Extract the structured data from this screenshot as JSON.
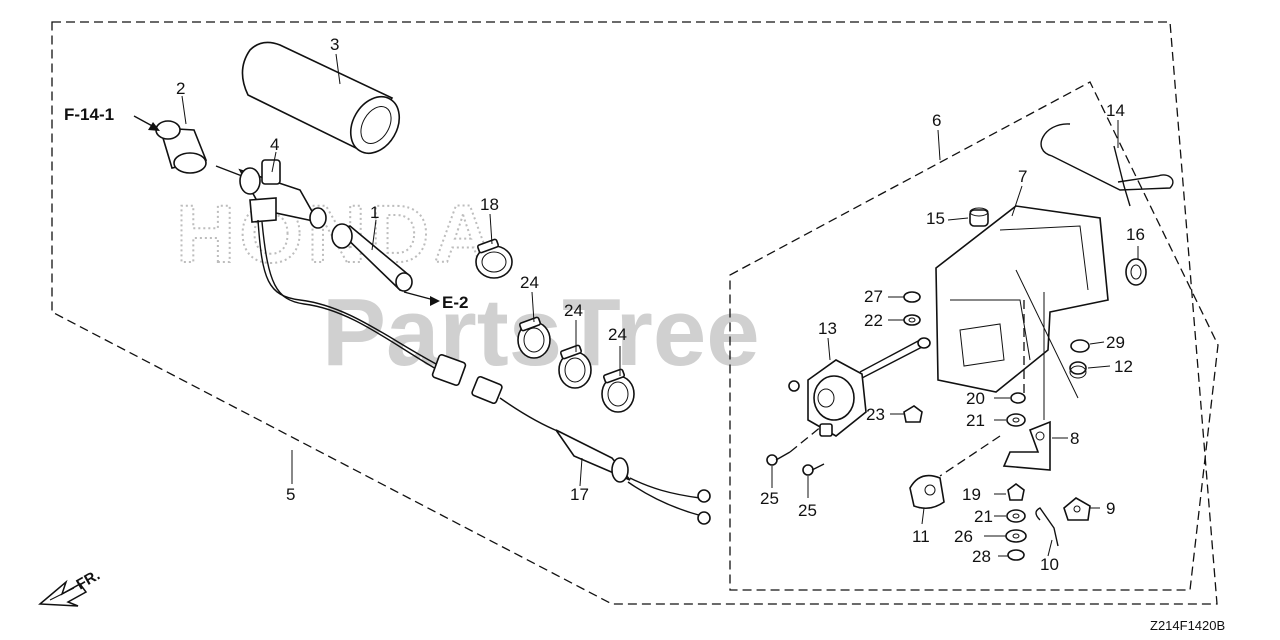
{
  "diagram": {
    "callouts": {
      "c1": "1",
      "c2": "2",
      "c3": "3",
      "c4": "4",
      "c5": "5",
      "c6": "6",
      "c7": "7",
      "c8": "8",
      "c9": "9",
      "c10": "10",
      "c11": "11",
      "c12": "12",
      "c13": "13",
      "c14": "14",
      "c15": "15",
      "c16": "16",
      "c17": "17",
      "c18": "18",
      "c19": "19",
      "c20": "20",
      "c21a": "21",
      "c21b": "21",
      "c22": "22",
      "c23": "23",
      "c24a": "24",
      "c24b": "24",
      "c24c": "24",
      "c25a": "25",
      "c25b": "25",
      "c26": "26",
      "c27": "27",
      "c28": "28",
      "c29": "29"
    },
    "references": {
      "left_ref": "F-14-1",
      "right_ref": "E-2"
    },
    "front_indicator": "FR.",
    "diagram_code": "Z214F1420B",
    "watermarks": {
      "brand": "HONDA",
      "site": "PartsTree"
    }
  }
}
